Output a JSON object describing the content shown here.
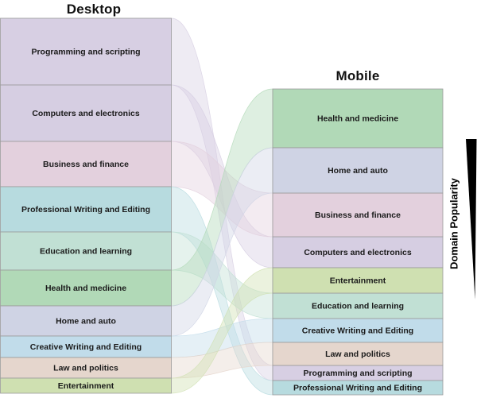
{
  "titles": {
    "left_column": "Desktop",
    "right_column": "Mobile"
  },
  "annotation": {
    "label": "Domain Popularity"
  },
  "chart_data": {
    "type": "sankey",
    "columns": [
      "Desktop",
      "Mobile"
    ],
    "note_values_unit": "relative popularity (node height units)",
    "categories": [
      {
        "name": "Programming and scripting",
        "color": "#d7cfe3",
        "desktop_rank": 1,
        "mobile_rank": 9,
        "desktop": 84,
        "mobile": 19
      },
      {
        "name": "Computers and electronics",
        "color": "#d6cee2",
        "desktop_rank": 2,
        "mobile_rank": 4,
        "desktop": 71,
        "mobile": 39
      },
      {
        "name": "Business and finance",
        "color": "#e3d0dd",
        "desktop_rank": 3,
        "mobile_rank": 3,
        "desktop": 57,
        "mobile": 55
      },
      {
        "name": "Professional Writing and Editing",
        "color": "#b7dbdf",
        "desktop_rank": 4,
        "mobile_rank": 10,
        "desktop": 57,
        "mobile": 18
      },
      {
        "name": "Education and learning",
        "color": "#c1e0d4",
        "desktop_rank": 5,
        "mobile_rank": 6,
        "desktop": 48,
        "mobile": 32
      },
      {
        "name": "Health and medicine",
        "color": "#b1d9b7",
        "desktop_rank": 6,
        "mobile_rank": 1,
        "desktop": 45,
        "mobile": 74
      },
      {
        "name": "Home and auto",
        "color": "#cfd3e4",
        "desktop_rank": 7,
        "mobile_rank": 2,
        "desktop": 38,
        "mobile": 57
      },
      {
        "name": "Creative Writing and Editing",
        "color": "#c1dcea",
        "desktop_rank": 8,
        "mobile_rank": 7,
        "desktop": 27,
        "mobile": 30
      },
      {
        "name": "Law and politics",
        "color": "#e5d6cd",
        "desktop_rank": 9,
        "mobile_rank": 8,
        "desktop": 26,
        "mobile": 29
      },
      {
        "name": "Entertainment",
        "color": "#cfe0b1",
        "desktop_rank": 10,
        "mobile_rank": 5,
        "desktop": 19,
        "mobile": 32
      }
    ],
    "legend": {
      "wedge_color": "#000000",
      "wedge_meaning_label": "Domain Popularity"
    }
  }
}
